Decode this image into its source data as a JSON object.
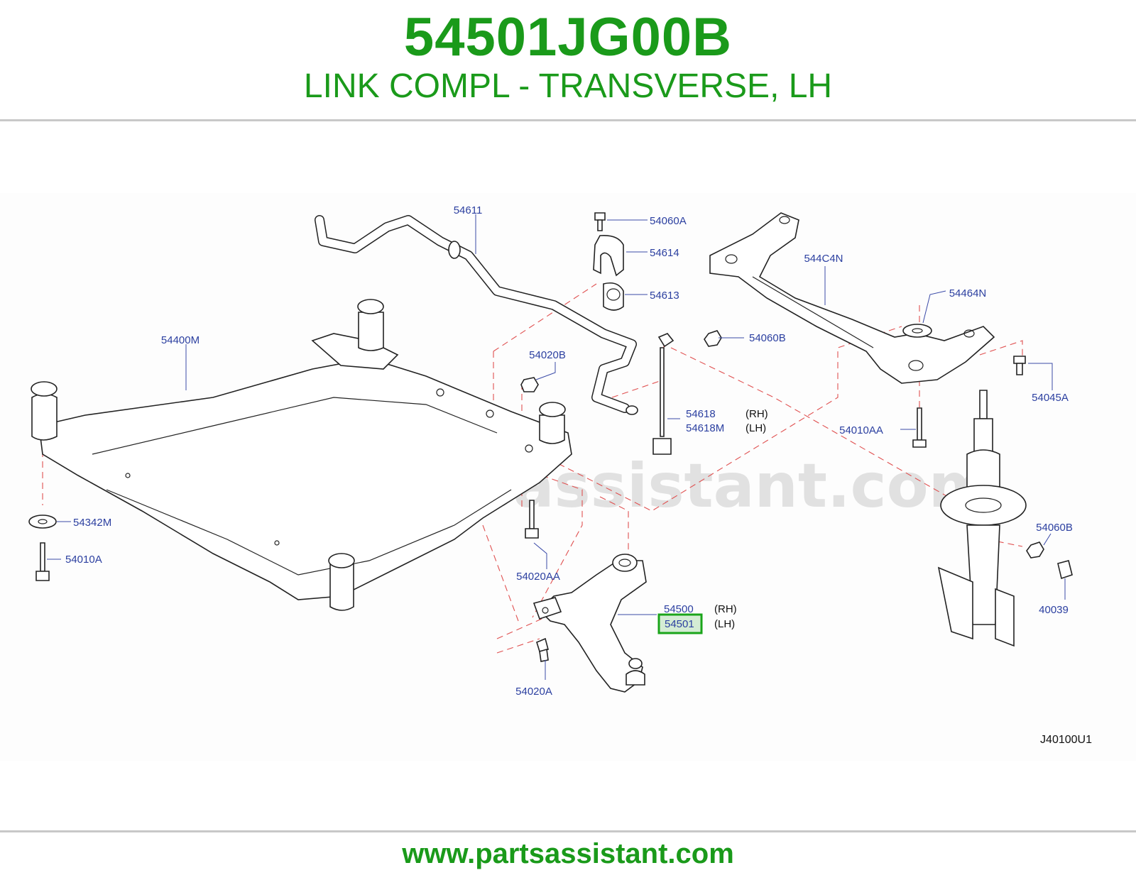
{
  "header": {
    "part_number": "54501JG00B",
    "description": "LINK COMPL - TRANSVERSE, LH"
  },
  "watermark": "www.partsassistant.com",
  "diagram": {
    "code": "J40100U1",
    "highlight_color": "#1aa51a",
    "labels": {
      "l54611": "54611",
      "l54060A": "54060A",
      "l54614": "54614",
      "l54613": "54613",
      "l544C4N": "544C4N",
      "l54464N": "54464N",
      "l54060B_top": "54060B",
      "l54400M": "54400M",
      "l54020B": "54020B",
      "l54618": "54618",
      "l54618M": "54618M",
      "rh1": "(RH)",
      "lh1": "(LH)",
      "l54045A": "54045A",
      "l54010AA": "54010AA",
      "l54342M": "54342M",
      "l54010A": "54010A",
      "l54020AA": "54020AA",
      "l54060B_right": "54060B",
      "l40039": "40039",
      "l54500": "54500",
      "l54501": "54501",
      "rh2": "(RH)",
      "lh2": "(LH)",
      "l54020A": "54020A"
    }
  },
  "footer": {
    "url": "www.partsassistant.com"
  }
}
